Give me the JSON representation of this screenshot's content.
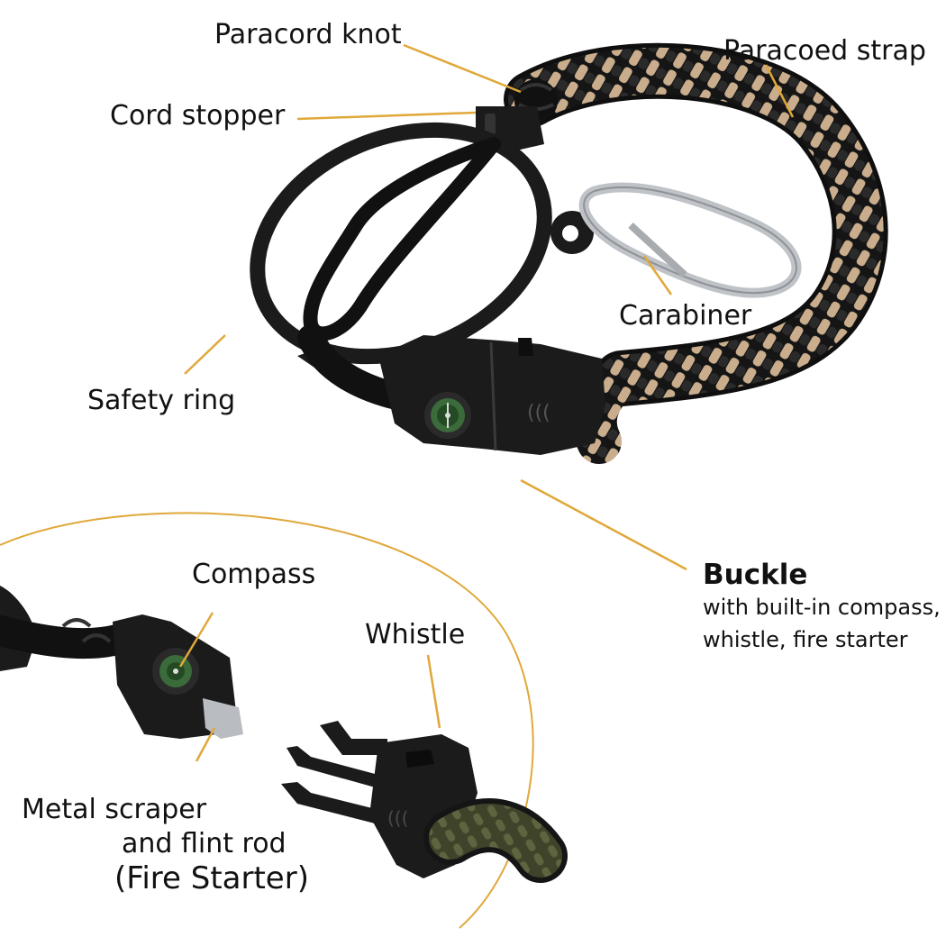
{
  "labels": {
    "paracord_knot": "Paracord knot",
    "paracoed_strap": "Paracoed strap",
    "cord_stopper": "Cord stopper",
    "carabiner": "Carabiner",
    "safety_ring": "Safety ring",
    "buckle_title": "Buckle",
    "buckle_line1": "with built-in compass,",
    "buckle_line2": "whistle, fire starter",
    "compass": "Compass",
    "whistle": "Whistle",
    "scraper_line1": "Metal scraper",
    "scraper_line2": "and flint rod",
    "scraper_line3": "(Fire Starter)"
  },
  "colors": {
    "leader_line": "#e0a83a",
    "cord_black": "#151515",
    "cord_tan": "#c9ad8c",
    "cord_olive": "#4e5334",
    "plastic_black": "#1b1b1b",
    "carabiner_silver": "#bfc3c7",
    "compass_green": "#3b6b3a"
  }
}
